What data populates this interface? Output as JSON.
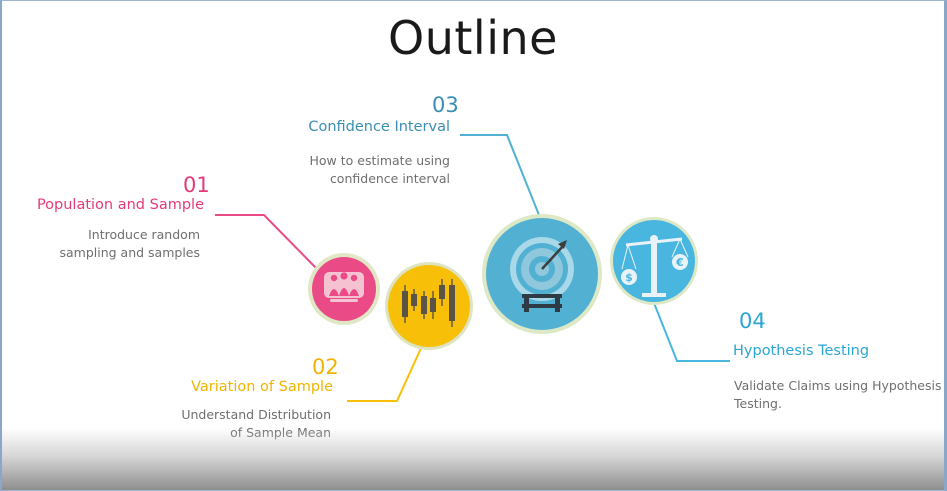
{
  "title": "Outline",
  "colors": {
    "pink": "#ea4b86",
    "yellow": "#f8bf09",
    "teal": "#52b0d3",
    "blue": "#49b6e0"
  },
  "items": [
    {
      "number": "01",
      "heading": "Population and Sample",
      "description": [
        "Introduce random",
        "sampling and  samples"
      ],
      "icon": "people-group-icon"
    },
    {
      "number": "02",
      "heading": "Variation of Sample",
      "description": [
        "Understand  Distribution",
        "of Sample Mean"
      ],
      "icon": "candlestick-chart-icon"
    },
    {
      "number": "03",
      "heading": "Confidence Interval",
      "description": [
        "How to estimate using",
        "confidence interval"
      ],
      "icon": "target-icon"
    },
    {
      "number": "04",
      "heading": "Hypothesis Testing",
      "description": [
        "Validate Claims using Hypothesis",
        "Testing."
      ],
      "icon": "balance-scale-icon"
    }
  ]
}
